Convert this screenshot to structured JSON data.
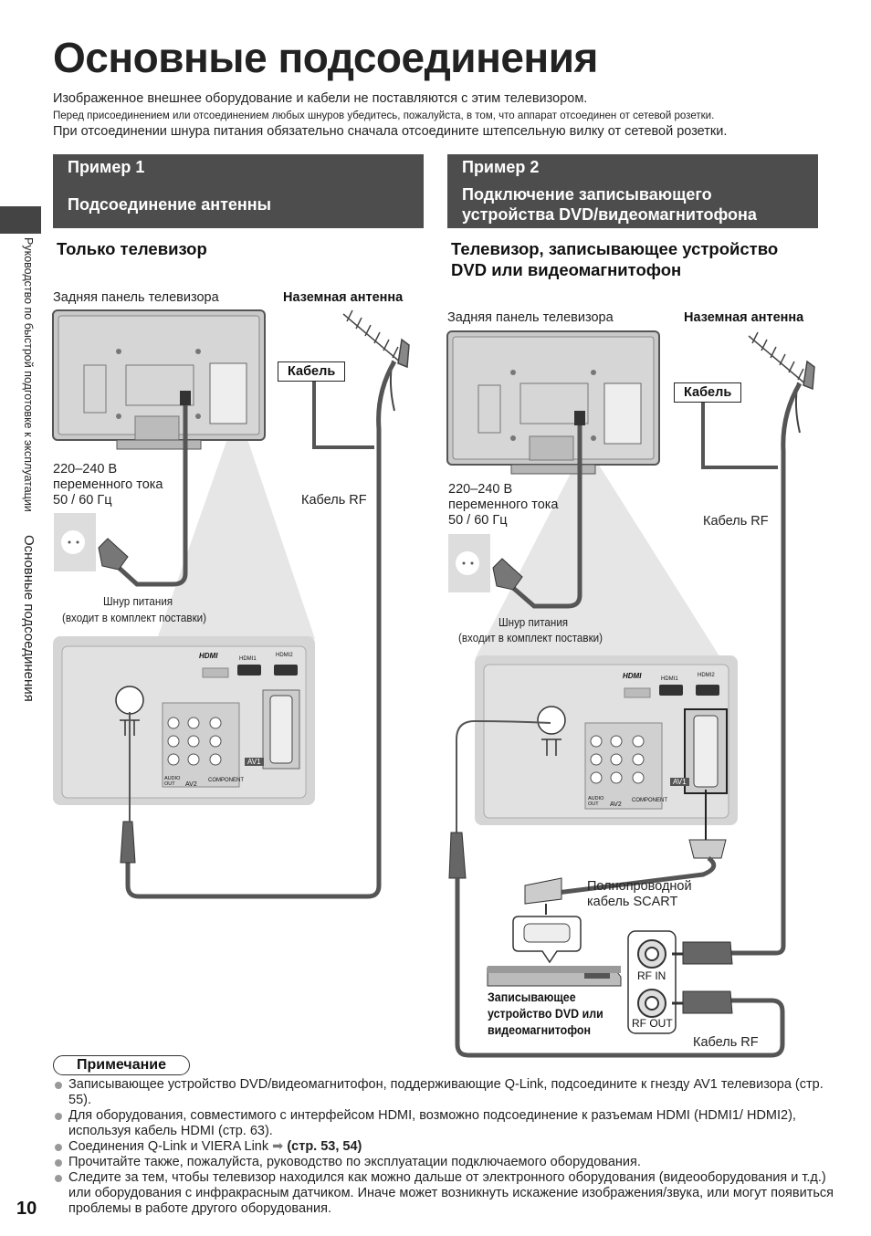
{
  "page": {
    "title": "Основные подсоединения",
    "intro_line1": "Изображенное внешнее оборудование и кабели не поставляются с этим телевизором.",
    "intro_line2": "Перед присоединением или отсоединением любых шнуров убедитесь, пожалуйста, в том, что аппарат отсоединен от сетевой розетки.",
    "intro_line3": "При отсоединении шнура питания обязательно сначала отсоедините штепсельную вилку от сетевой розетки.",
    "side_text1": "Руководство по быстрой подготовке к эксплуатации",
    "side_text2": "Основные подсоединения",
    "page_number": "10"
  },
  "example1": {
    "label": "Пример 1",
    "heading": "Подсоединение антенны",
    "subheading": "Только телевизор",
    "rear_panel": "Задняя панель телевизора",
    "antenna": "Наземная антенна",
    "cable": "Кабель",
    "voltage_line1": "220–240 В",
    "voltage_line2": "переменного тока",
    "voltage_line3": "50 / 60 Гц",
    "rf_cable": "Кабель RF",
    "power_cord_line1": "Шнур питания",
    "power_cord_line2": "(входит в комплект поставки)"
  },
  "example2": {
    "label": "Пример 2",
    "heading_line1": "Подключение записывающего",
    "heading_line2": "устройства DVD/видеомагнитофона",
    "subheading_line1": "Телевизор, записывающее устройство",
    "subheading_line2": "DVD или видеомагнитофон",
    "rear_panel": "Задняя панель телевизора",
    "antenna": "Наземная антенна",
    "cable": "Кабель",
    "voltage_line1": "220–240 В",
    "voltage_line2": "переменного тока",
    "voltage_line3": "50 / 60 Гц",
    "rf_cable": "Кабель RF",
    "rf_cable_bottom": "Кабель RF",
    "power_cord_line1": "Шнур питания",
    "power_cord_line2": "(входит в комплект поставки)",
    "scart_line1": "Полнопроводной",
    "scart_line2": "кабель SCART",
    "recorder_line1": "Записывающее",
    "recorder_line2": "устройство DVD или",
    "recorder_line3": "видеомагнитофон",
    "rf_in": "RF IN",
    "rf_out": "RF OUT"
  },
  "panel_labels": {
    "hdmi": "HDMI",
    "hdmi1": "HDMI1",
    "hdmi2": "HDMI2",
    "av1": "AV1",
    "av2": "AV2",
    "audio_out": "AUDIO OUT",
    "component": "COMPONENT"
  },
  "note": {
    "label": "Примечание",
    "items": [
      "Записывающее устройство DVD/видеомагнитофон, поддерживающие Q-Link, подсоедините к гнезду AV1 телевизора (стр. 55).",
      "Для оборудования, совместимого с интерфейсом HDMI, возможно подсоединение к разъемам HDMI (HDMI1/ HDMI2), используя кабель HDMI (стр. 63).",
      "Прочитайте также, пожалуйста, руководство по эксплуатации подключаемого оборудования.",
      "Следите за тем, чтобы телевизор находился как можно дальше от электронного оборудования (видеооборудования и т.д.) или оборудования с инфракрасным датчиком. Иначе может возникнуть искажение изображения/звука, или могут появиться проблемы в работе другого оборудования."
    ],
    "qlink_text": "Соединения Q-Link и VIERA Link",
    "qlink_ref": "(стр. 53, 54)"
  },
  "colors": {
    "banner": "#4d4d4d",
    "panel_gray": "#d7d7d7",
    "tv_gray": "#c8c8c8",
    "cable": "#555555"
  }
}
